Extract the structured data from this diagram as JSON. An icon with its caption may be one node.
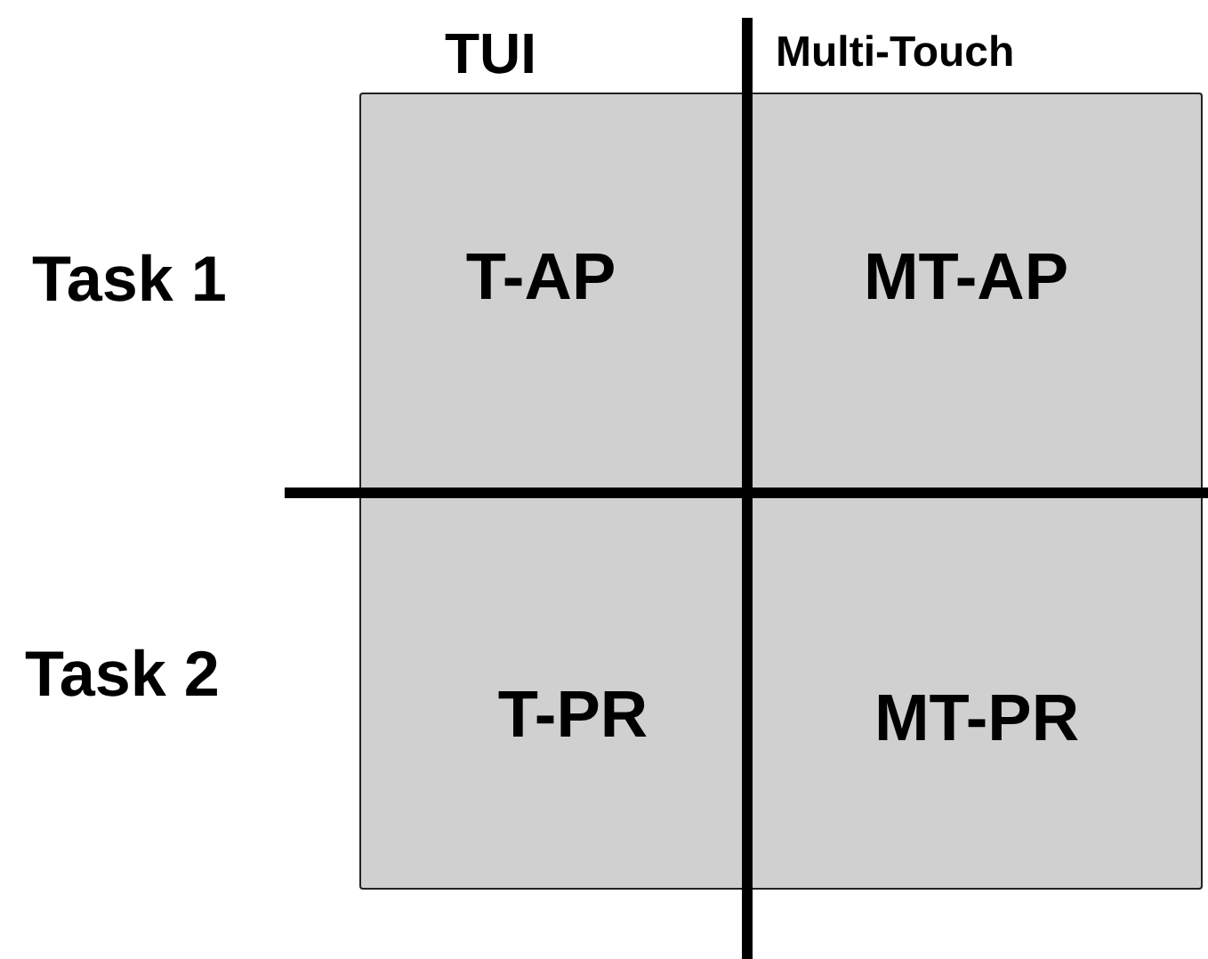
{
  "diagram": {
    "nodes": [
      {
        "text": [
          "T-AP"
        ]
      },
      {
        "text": [
          "MT-AP"
        ]
      },
      {
        "text": [
          "T-PR"
        ]
      },
      {
        "text": [
          "MT-PR"
        ]
      }
    ],
    "labels": [
      "TUI",
      "Multi-Touch",
      "Task 1",
      "Task 2"
    ]
  }
}
